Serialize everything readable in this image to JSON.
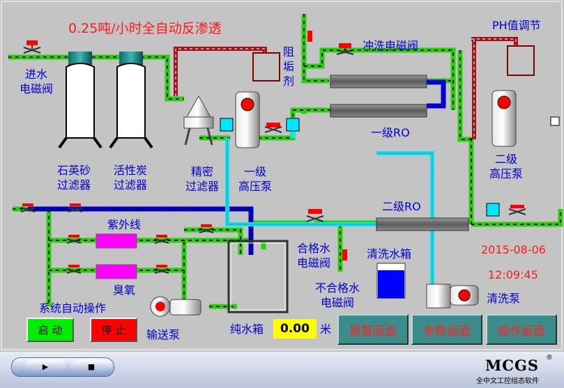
{
  "title": "0.25吨/小时全自动反渗透",
  "labels": {
    "inlet_valve": "进水\n电磁阀",
    "quartz_filter": "石英砂\n过滤器",
    "carbon_filter": "活性炭\n过滤器",
    "precision_filter": "精密\n过滤器",
    "hp_pump_1": "一级\n高压泵",
    "scale_inhibitor": "阻\n垢\n剂",
    "flush_valve": "冲洗电磁阀",
    "ph_adjust": "PH值调节",
    "ro_1": "一级RO",
    "hp_pump_2": "二级\n高压泵",
    "ro_2": "二级RO",
    "uv": "紫外线",
    "ozone": "臭氧",
    "qualified_valve": "合格水\n电磁阀",
    "unqualified_valve": "不合格水\n电磁阀",
    "wash_tank": "清洗水箱",
    "wash_pump": "清洗泵",
    "transfer_pump": "输送泵",
    "auto_operation": "系统自动操作",
    "pure_tank": "纯水箱",
    "pure_unit": "米"
  },
  "date": "2015-08-06",
  "time": "12:09:45",
  "pure_water_level": "0.00",
  "buttons": {
    "start": "启  动",
    "stop": "停  止",
    "alarm": "报警画面",
    "params": "参数画面",
    "operation": "操作画面"
  },
  "player": {
    "play": "▶",
    "stop": "■"
  },
  "brand": {
    "name": "MCGS",
    "reg": "®",
    "subtitle": "全中文工控组态软件"
  },
  "colors": {
    "flow_green": "#22d400",
    "pipe_dash": "#000000",
    "blue_pipe": "#0000d0",
    "cyan_pipe": "#00e8ff",
    "red_pipe": "#d00000",
    "uv_magenta": "#ff00ff",
    "label_blue": "#0000d8",
    "alert_red": "#ff1a1a"
  }
}
